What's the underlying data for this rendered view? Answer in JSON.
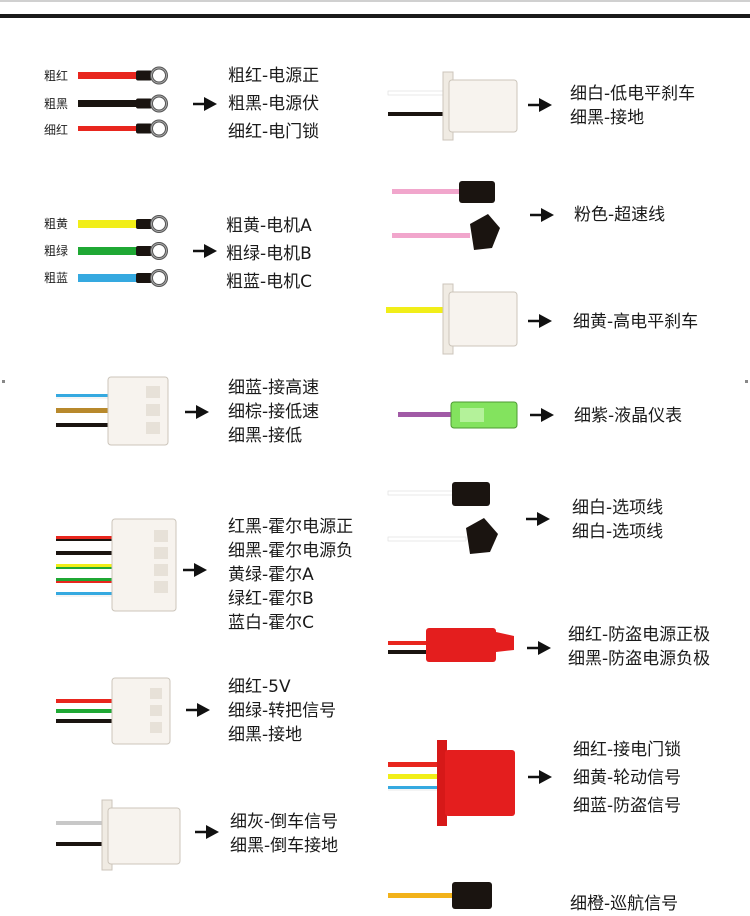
{
  "colors": {
    "red": "#e8261e",
    "black": "#1a1410",
    "yellow": "#f1ee18",
    "green": "#1fa834",
    "blue": "#35a9e0",
    "brown": "#b8892c",
    "pink": "#f1a6cc",
    "purple": "#a15aa6",
    "white": "#ffffff",
    "grey": "#c8c8c8",
    "orange": "#f2b21a",
    "connector": "#f7f3ee",
    "connector_red": "#e41e1e",
    "lcd_green": "#83e35e"
  },
  "left": {
    "g1": {
      "small": [
        "粗红",
        "粗黑",
        "细红"
      ],
      "lines": [
        "粗红-电源正",
        "粗黑-电源伏",
        "细红-电门锁"
      ]
    },
    "g2": {
      "small": [
        "粗黄",
        "粗绿",
        "粗蓝"
      ],
      "lines": [
        "粗黄-电机A",
        "粗绿-电机B",
        "粗蓝-电机C"
      ]
    },
    "g3": {
      "lines": [
        "细蓝-接高速",
        "细棕-接低速",
        "细黑-接低"
      ]
    },
    "g4": {
      "lines": [
        "红黑-霍尔电源正",
        "细黑-霍尔电源负",
        "黄绿-霍尔A",
        "绿红-霍尔B",
        "蓝白-霍尔C"
      ]
    },
    "g5": {
      "lines": [
        "细红-5V",
        "细绿-转把信号",
        "细黑-接地"
      ]
    },
    "g6": {
      "lines": [
        "细灰-倒车信号",
        "细黑-倒车接地"
      ]
    }
  },
  "right": {
    "r1": {
      "lines": [
        "细白-低电平刹车",
        "细黑-接地"
      ]
    },
    "r2": {
      "lines": [
        "粉色-超速线"
      ]
    },
    "r3": {
      "lines": [
        "细黄-高电平刹车"
      ]
    },
    "r4": {
      "lines": [
        "细紫-液晶仪表"
      ]
    },
    "r5": {
      "lines": [
        "细白-选项线",
        "细白-选项线"
      ]
    },
    "r6": {
      "lines": [
        "细红-防盗电源正极",
        "细黑-防盗电源负极"
      ]
    },
    "r7": {
      "lines": [
        "细红-接电门锁",
        "细黄-轮动信号",
        "细蓝-防盗信号"
      ]
    },
    "r8": {
      "lines": [
        "细橙-巡航信号"
      ]
    }
  }
}
